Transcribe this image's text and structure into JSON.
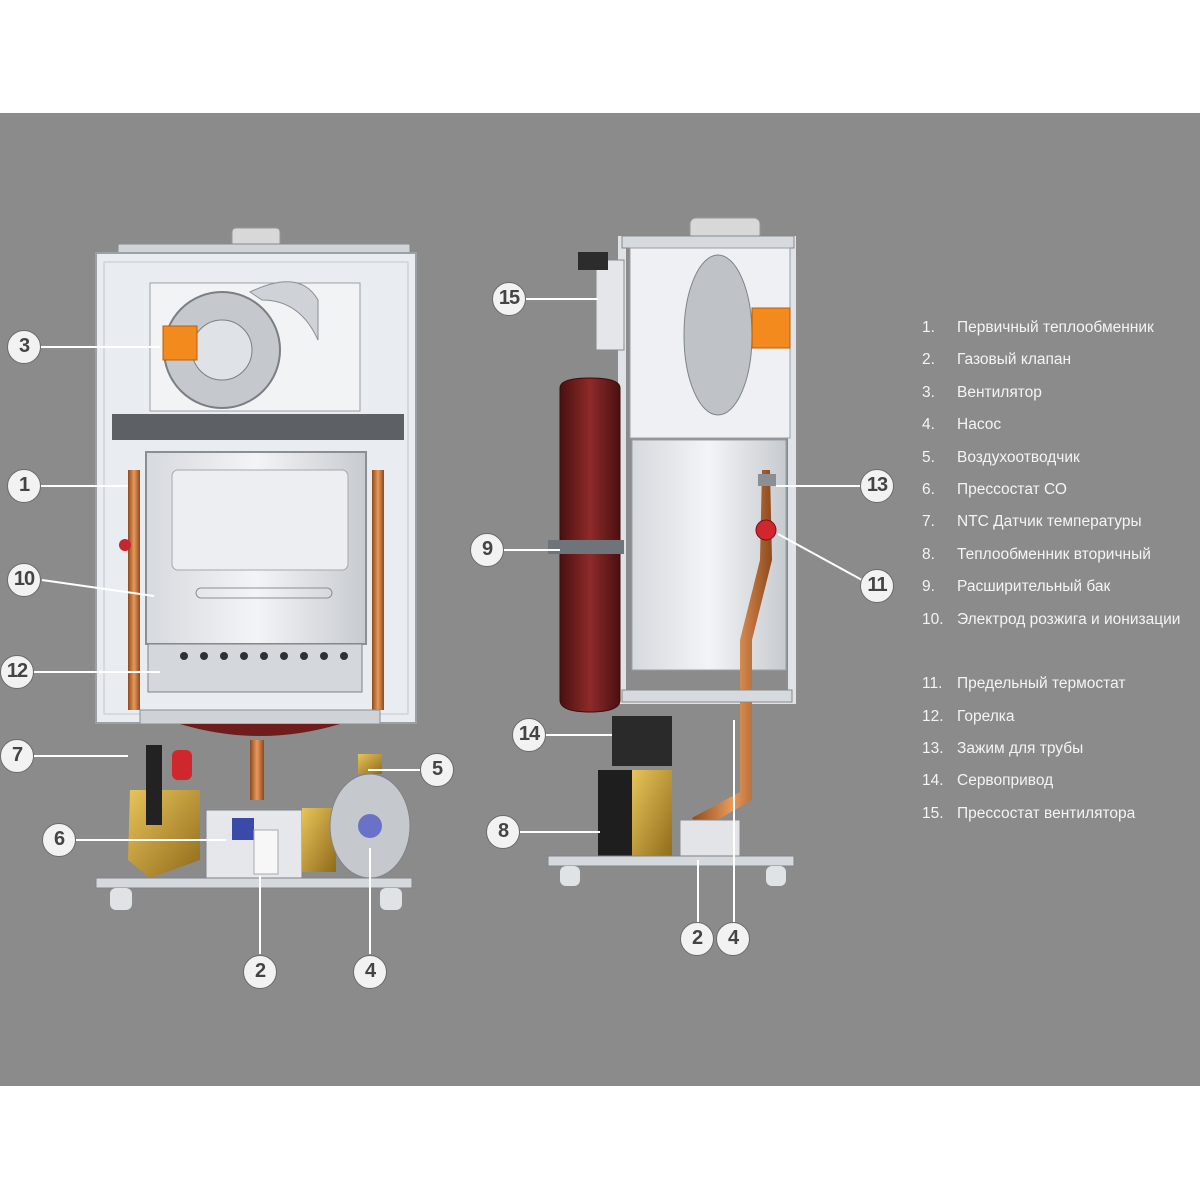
{
  "callouts": {
    "front": [
      "3",
      "1",
      "10",
      "12",
      "7",
      "6",
      "2",
      "4",
      "5"
    ],
    "side": [
      "15",
      "9",
      "14",
      "8",
      "2",
      "4",
      "13",
      "11"
    ]
  },
  "legend": [
    {
      "num": "1.",
      "text": "Первичный теплообменник"
    },
    {
      "num": "2.",
      "text": "Газовый клапан"
    },
    {
      "num": "3.",
      "text": "Вентилятор"
    },
    {
      "num": "4.",
      "text": "Насос"
    },
    {
      "num": "5.",
      "text": "Воздухоотводчик"
    },
    {
      "num": "6.",
      "text": "Прессостат СО"
    },
    {
      "num": "7.",
      "text": "NTC Датчик температуры"
    },
    {
      "num": "8.",
      "text": "Теплообменник вторичный"
    },
    {
      "num": "9.",
      "text": "Расширительный бак"
    },
    {
      "num": "10.",
      "text": "Электрод розжига и ионизации"
    },
    {
      "num": "11.",
      "text": "Предельный термостат"
    },
    {
      "num": "12.",
      "text": "Горелка"
    },
    {
      "num": "13.",
      "text": "Зажим для трубы"
    },
    {
      "num": "14.",
      "text": "Сервопривод"
    },
    {
      "num": "15.",
      "text": "Прессостат вентилятора"
    }
  ],
  "colors": {
    "background": "#8b8b8b",
    "frame": "#e9edf2",
    "copper": "#c8743c",
    "brass": "#c9a23a",
    "fan_orange": "#f28a1e",
    "tank_red": "#7a1f1f",
    "leader_line": "#ffffff"
  }
}
